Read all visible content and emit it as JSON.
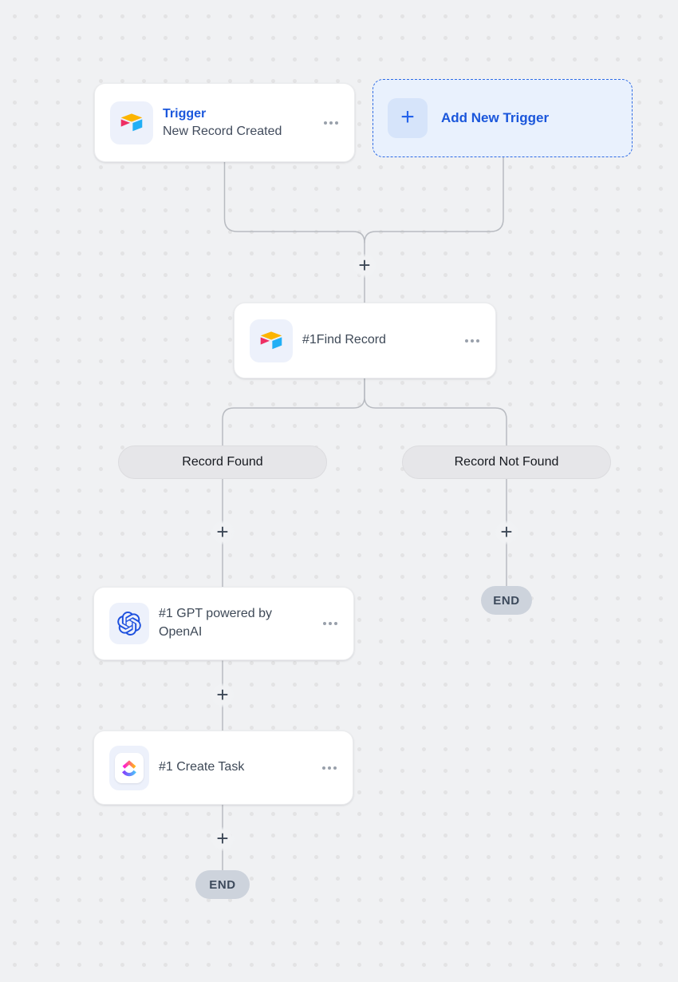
{
  "canvas": {
    "background": "#F0F1F3",
    "dot_color": "#E3E3E4",
    "connector_color": "#B8BBC1"
  },
  "colors": {
    "accent_blue": "#1A56DB",
    "branch_pill_bg": "#E6E6E9",
    "end_badge_bg": "#CDD3DC",
    "icon_tile_bg": "#EDF1FB",
    "airtable_yellow": "#FCB400",
    "airtable_red": "#EE2E63",
    "airtable_blue": "#21AFF5",
    "openai_blue": "#1D50DE",
    "clickup_gradient_top": "#FF02F0 to #FFC800",
    "clickup_gradient_bottom": "#8930FD to #49CCF9"
  },
  "icons": {
    "plus": "+",
    "more_options": "more-options-dots",
    "trigger_app": "airtable-logo",
    "find_record_app": "airtable-logo",
    "gpt_app": "openai-logo",
    "create_task_app": "clickup-logo"
  },
  "trigger_card": {
    "title": "Trigger",
    "subtitle": "New Record Created"
  },
  "add_trigger_card": {
    "label": "Add New Trigger"
  },
  "find_record_card": {
    "label": "#1Find Record"
  },
  "branch_labels": {
    "left": "Record Found",
    "right": "Record Not Found"
  },
  "gpt_card": {
    "label": "#1 GPT powered by OpenAI"
  },
  "create_task_card": {
    "label": "#1 Create Task"
  },
  "end_badges": {
    "left": "END",
    "right": "END"
  }
}
